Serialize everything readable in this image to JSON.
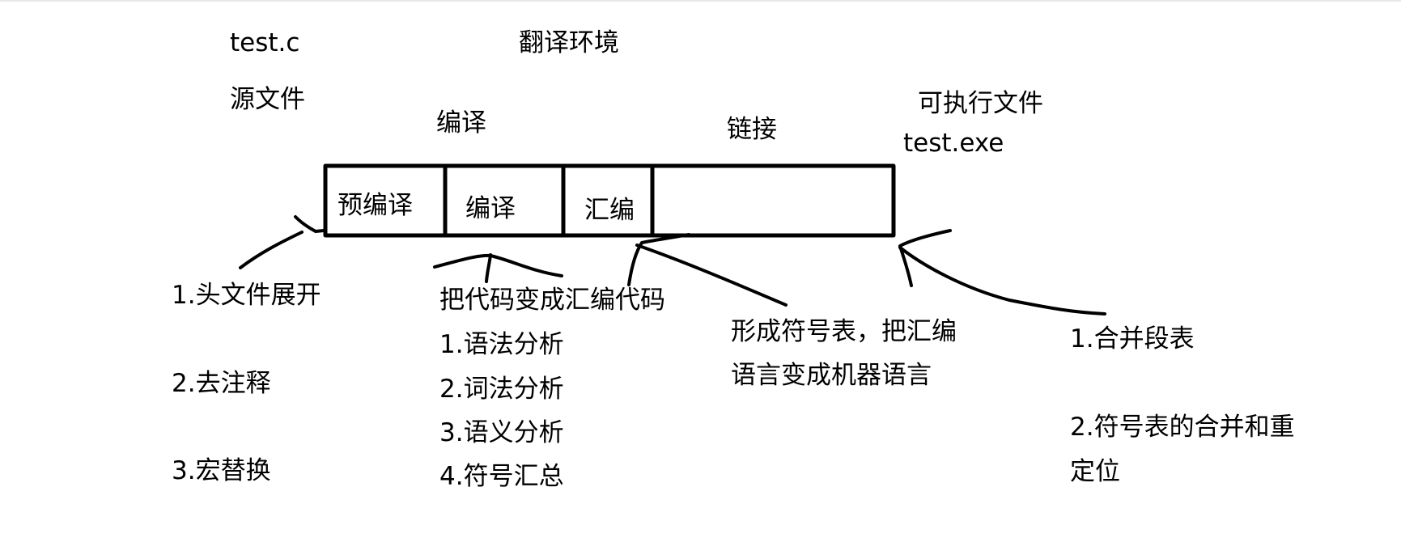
{
  "source": {
    "filename": "test.c",
    "label": "源文件"
  },
  "environment": {
    "title": "翻译环境"
  },
  "phases": {
    "compile": "编译",
    "link": "链接"
  },
  "output": {
    "label": "可执行文件",
    "filename": "test.exe"
  },
  "pipeline": {
    "segments": [
      "预编译",
      "编译",
      "汇编",
      ""
    ]
  },
  "notes": {
    "precompile": [
      "1.头文件展开",
      "2.去注释",
      "3.宏替换"
    ],
    "compile": [
      "把代码变成汇编代码",
      "1.语法分析",
      "2.词法分析",
      "3.语义分析",
      "4.符号汇总"
    ],
    "assemble": [
      "形成符号表，把汇编",
      "语言变成机器语言"
    ],
    "link": [
      "1.合并段表",
      "2.符号表的合并和重",
      "定位"
    ]
  },
  "colors": {
    "ink": "#000000",
    "background": "#ffffff"
  }
}
